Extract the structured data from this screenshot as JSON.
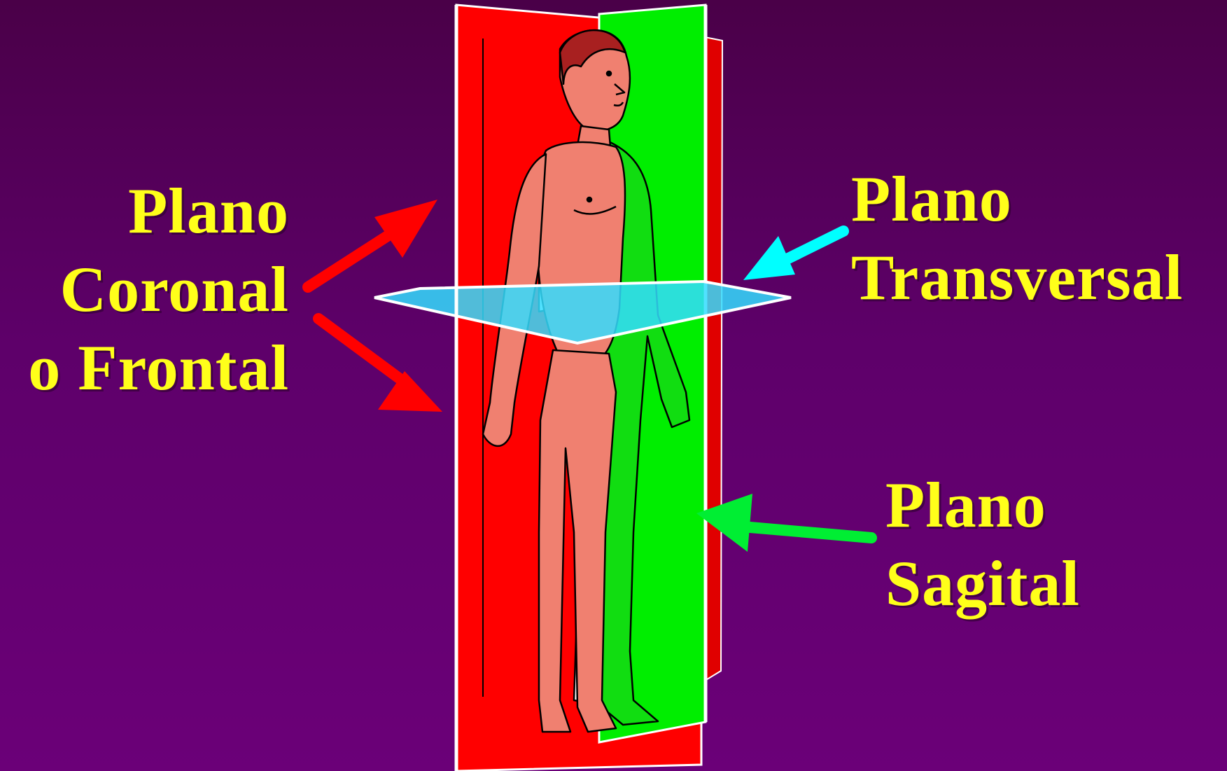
{
  "labels": {
    "coronal": {
      "line1": "Plano",
      "line2": "Coronal",
      "line3": "o Frontal"
    },
    "transversal": {
      "line1": "Plano",
      "line2": "Transversal"
    },
    "sagital": {
      "line1": "Plano",
      "line2": "Sagital"
    }
  },
  "colors": {
    "background": "#5e006a",
    "label_text": "#ffff1a",
    "coronal_plane": "#ff0000",
    "sagittal_plane": "#00ee00",
    "transverse_plane": "#33ddff",
    "body_skin": "#f08070",
    "arrow_coronal": "#ff0000",
    "arrow_transversal": "#00ffff",
    "arrow_sagital": "#00ee33"
  },
  "icons": {
    "figure": "human-figure-illustration",
    "arrows": "arrow-icon"
  }
}
